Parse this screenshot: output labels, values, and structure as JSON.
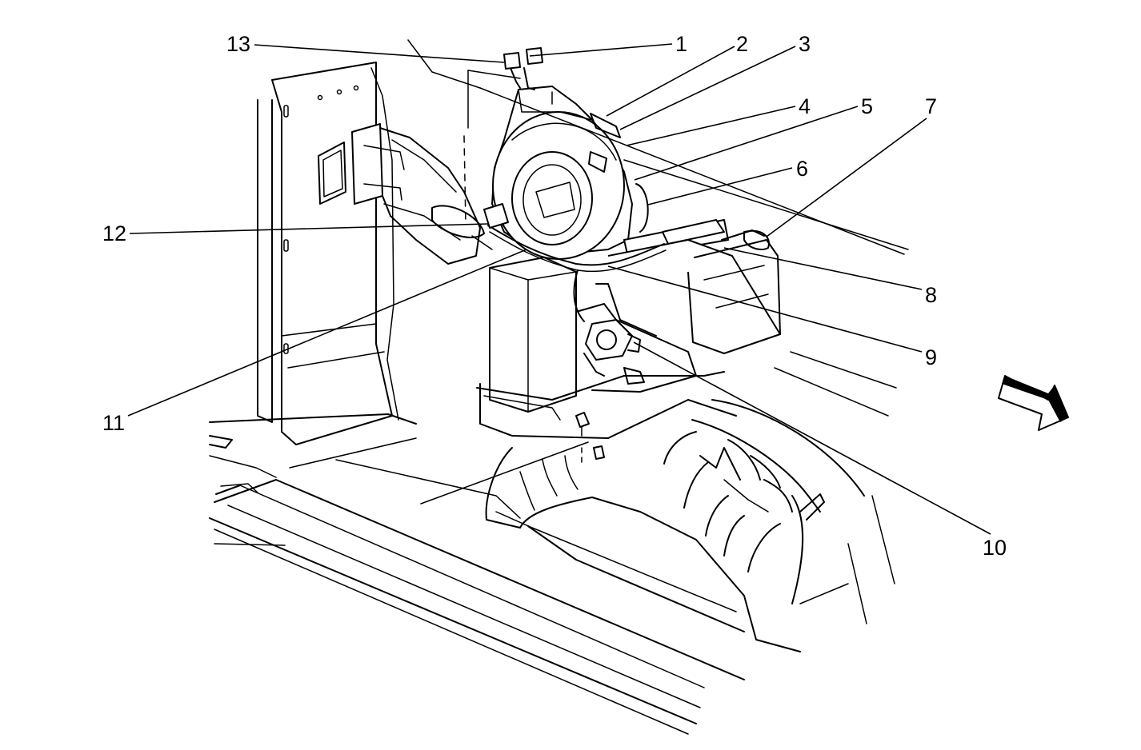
{
  "diagram": {
    "colors": {
      "line": "#000000",
      "background": "#ffffff"
    },
    "callouts": [
      {
        "id": "1",
        "label": "1"
      },
      {
        "id": "2",
        "label": "2"
      },
      {
        "id": "3",
        "label": "3"
      },
      {
        "id": "4",
        "label": "4"
      },
      {
        "id": "5",
        "label": "5"
      },
      {
        "id": "6",
        "label": "6"
      },
      {
        "id": "7",
        "label": "7"
      },
      {
        "id": "8",
        "label": "8"
      },
      {
        "id": "9",
        "label": "9"
      },
      {
        "id": "10",
        "label": "10"
      },
      {
        "id": "11",
        "label": "11"
      },
      {
        "id": "12",
        "label": "12"
      },
      {
        "id": "13",
        "label": "13"
      }
    ],
    "icons": {
      "direction": "forward-arrow-icon"
    }
  }
}
